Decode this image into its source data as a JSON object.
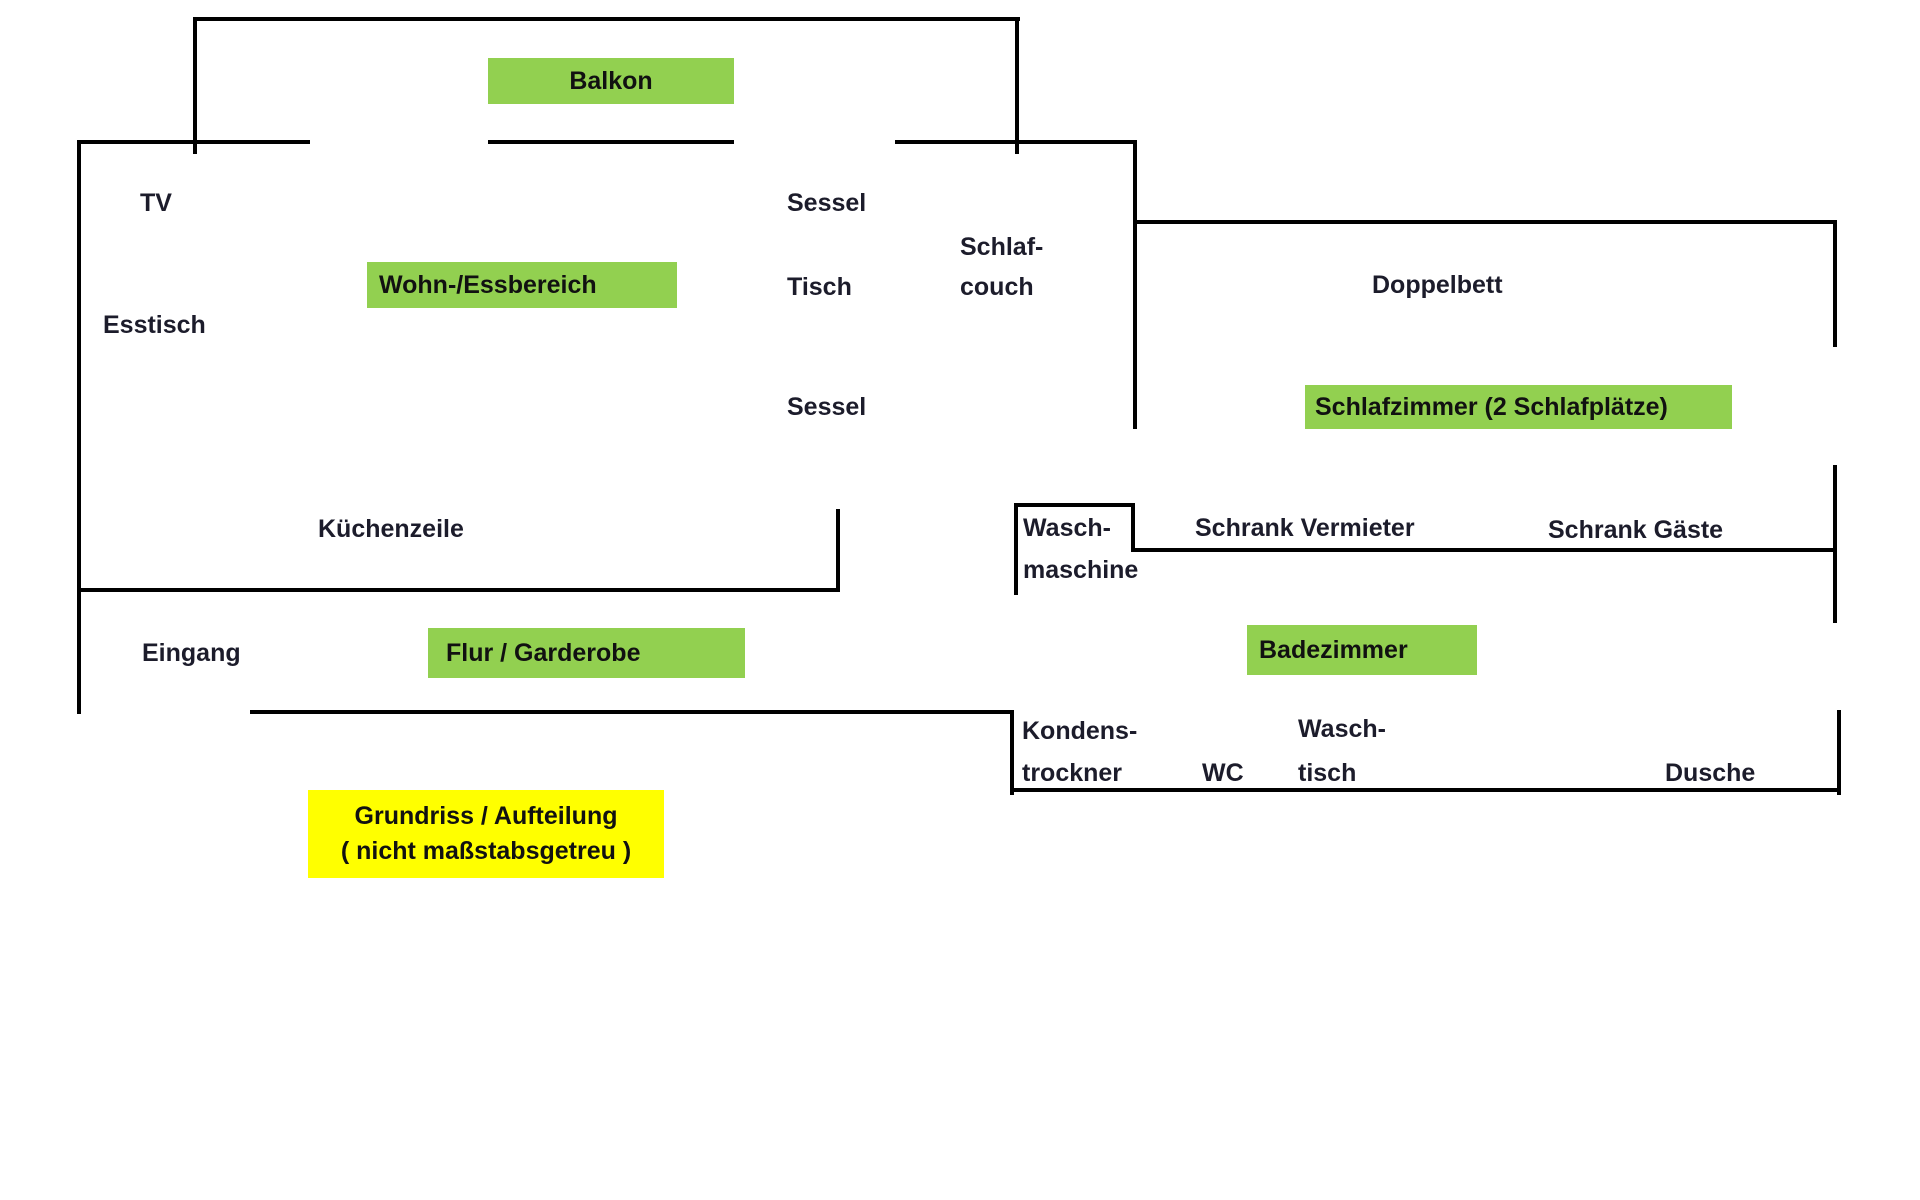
{
  "title": "Grundriss / Aufteilung",
  "rooms": {
    "balkon": "Balkon",
    "wohn_essbereich": "Wohn-/Essbereich",
    "schlafzimmer": "Schlafzimmer (2 Schlafplätze)",
    "flur_garderobe": "Flur / Garderobe",
    "badezimmer": "Badezimmer"
  },
  "labels": {
    "tv": "TV",
    "esstisch": "Esstisch",
    "sessel_top": "Sessel",
    "tisch": "Tisch",
    "sessel_bottom": "Sessel",
    "schlafcouch_line1": "Schlaf-",
    "schlafcouch_line2": "couch",
    "doppelbett": "Doppelbett",
    "kuechenzeile": "Küchenzeile",
    "waschmaschine_line1": "Wasch-",
    "waschmaschine_line2": "maschine",
    "schrank_vermieter": "Schrank Vermieter",
    "schrank_gaeste": "Schrank Gäste",
    "eingang": "Eingang",
    "kondenstrockner_line1": "Kondens-",
    "kondenstrockner_line2": "trockner",
    "wc": "WC",
    "waschtisch_line1": "Wasch-",
    "waschtisch_line2": "tisch",
    "dusche": "Dusche"
  },
  "legend": {
    "line1": "Grundriss / Aufteilung",
    "line2": "( nicht maßstabsgetreu )"
  },
  "colors": {
    "room_highlight": "#92d050",
    "legend_highlight": "#ffff00",
    "wall": "#000000",
    "text": "#1c1c2b"
  }
}
